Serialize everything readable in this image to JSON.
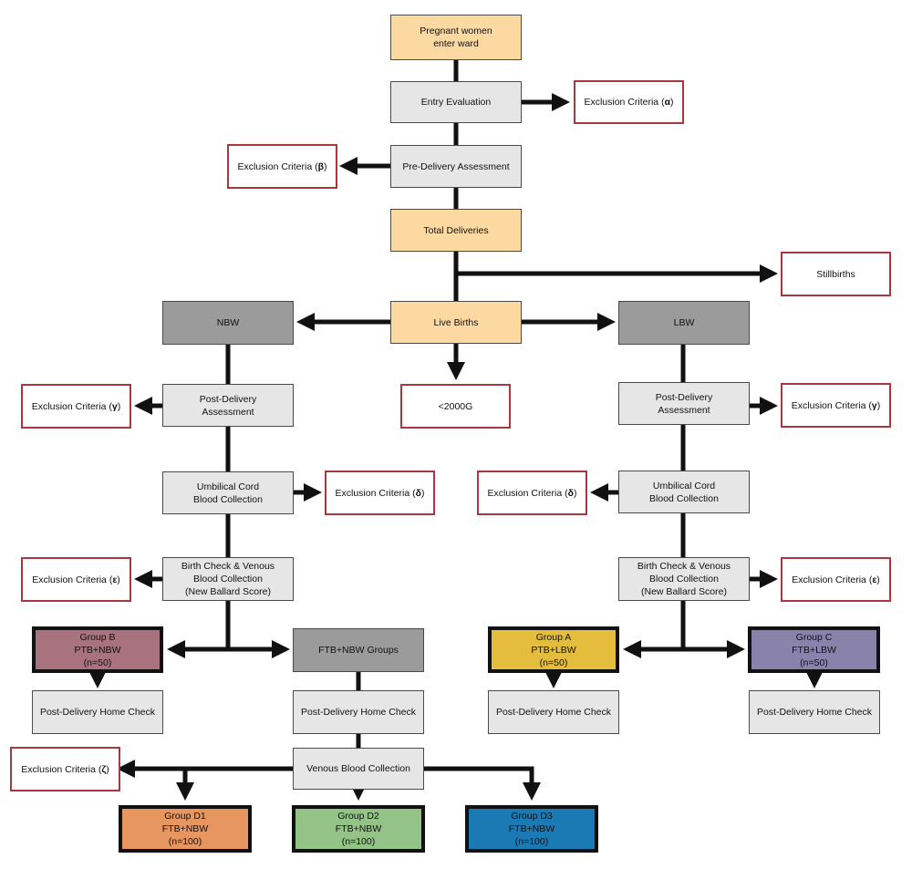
{
  "nodes": {
    "pregnant_women": {
      "lines": [
        "Pregnant women",
        "enter ward"
      ]
    },
    "entry_evaluation": {
      "lines": [
        "Entry Evaluation"
      ]
    },
    "excl_alpha": {
      "text": "Exclusion Criteria (",
      "symbol": "α",
      "close": ")"
    },
    "pre_delivery": {
      "lines": [
        "Pre-Delivery Assessment"
      ]
    },
    "excl_beta": {
      "text": "Exclusion Criteria (",
      "symbol": "β",
      "close": ")"
    },
    "total_deliveries": {
      "lines": [
        "Total Deliveries"
      ]
    },
    "stillbirths": {
      "lines": [
        "Stillbirths"
      ]
    },
    "live_births": {
      "lines": [
        "Live Births"
      ]
    },
    "nbw": {
      "lines": [
        "NBW"
      ]
    },
    "lbw": {
      "lines": [
        "LBW"
      ]
    },
    "under_2000g": {
      "lines": [
        "<2000G"
      ]
    },
    "post_delivery_left": {
      "lines": [
        "Post-Delivery",
        "Assessment"
      ]
    },
    "post_delivery_right": {
      "lines": [
        "Post-Delivery",
        "Assessment"
      ]
    },
    "excl_gamma_left": {
      "text": "Exclusion Criteria (",
      "symbol": "γ",
      "close": ")"
    },
    "excl_gamma_right": {
      "text": "Exclusion Criteria (",
      "symbol": "γ",
      "close": ")"
    },
    "umbilical_left": {
      "lines": [
        "Umbilical Cord",
        "Blood Collection"
      ]
    },
    "umbilical_right": {
      "lines": [
        "Umbilical Cord",
        "Blood Collection"
      ]
    },
    "excl_delta_left": {
      "text": "Exclusion Criteria (",
      "symbol": "δ",
      "close": ")"
    },
    "excl_delta_right": {
      "text": "Exclusion Criteria (",
      "symbol": "δ",
      "close": ")"
    },
    "birth_check_left": {
      "lines": [
        "Birth Check & Venous",
        "Blood Collection",
        "(New Ballard Score)"
      ]
    },
    "birth_check_right": {
      "lines": [
        "Birth Check & Venous",
        "Blood Collection",
        "(New Ballard Score)"
      ]
    },
    "excl_epsilon_left": {
      "text": "Exclusion Criteria (",
      "symbol": "ε",
      "close": ")"
    },
    "excl_epsilon_right": {
      "text": "Exclusion Criteria (",
      "symbol": "ε",
      "close": ")"
    },
    "group_b": {
      "lines": [
        "Group B",
        "PTB+NBW",
        "(n=50)"
      ]
    },
    "ftb_nbw_groups": {
      "lines": [
        "FTB+NBW Groups"
      ]
    },
    "group_a": {
      "lines": [
        "Group A",
        "PTB+LBW",
        "(n=50)"
      ]
    },
    "group_c": {
      "lines": [
        "Group C",
        "FTB+LBW",
        "(n=50)"
      ]
    },
    "home_check_b": {
      "lines": [
        "Post-Delivery Home Check"
      ]
    },
    "home_check_ftb": {
      "lines": [
        "Post-Delivery Home Check"
      ]
    },
    "home_check_a": {
      "lines": [
        "Post-Delivery Home Check"
      ]
    },
    "home_check_c": {
      "lines": [
        "Post-Delivery Home Check"
      ]
    },
    "venous_blood": {
      "lines": [
        "Venous Blood Collection"
      ]
    },
    "excl_zeta": {
      "text": "Exclusion Criteria (",
      "symbol": "ζ",
      "close": ")"
    },
    "group_d1": {
      "lines": [
        "Group D1",
        "FTB+NBW",
        "(n=100)"
      ]
    },
    "group_d2": {
      "lines": [
        "Group D2",
        "FTB+NBW",
        "(n=100)"
      ]
    },
    "group_d3": {
      "lines": [
        "Group D3",
        "FTB+NBW",
        "(n=100)"
      ]
    }
  },
  "colors": {
    "peach": "#fcd9a1",
    "light_gray": "#e6e6e6",
    "dark_gray": "#9b9b9b",
    "exclusion_border": "#a8383c",
    "group_a": "#e3bd3b",
    "group_b": "#a8727f",
    "group_c": "#8983ac",
    "group_d1": "#e8965f",
    "group_d2": "#93c387",
    "group_d3": "#1b7ab4"
  }
}
